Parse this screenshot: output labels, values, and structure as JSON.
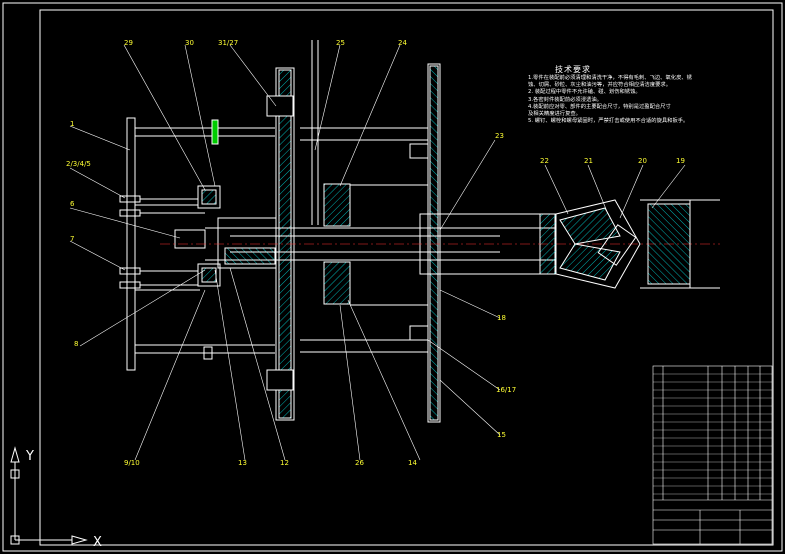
{
  "drawing": {
    "tech_req_title": "技术要求",
    "tech_req_lines": [
      "1.零件在装配前必须清理和清洗干净，不得有毛刺、飞边、氧化皮、锈",
      "蚀、切屑、砂粒、灰尘和油污等，并应符合相应清洁度要求。",
      "2. 装配过程中零件不允许磕、碰、划伤和锈蚀。",
      "3.各密封件装配前必须浸透油。",
      "4.装配前应对零、部件的主要配合尺寸，特别是过盈配合尺寸",
      "及相关精度进行复查。",
      "5. 螺钉、螺栓和螺母紧固时，严禁打击或使用不合适的旋具和扳手。"
    ],
    "part_labels": [
      "1",
      "2/3/4/5",
      "6",
      "7",
      "8",
      "9/10",
      "13",
      "12",
      "26",
      "29",
      "30",
      "31/27",
      "25",
      "24",
      "23",
      "22",
      "21",
      "20",
      "19",
      "18",
      "16/17",
      "15",
      "14"
    ],
    "axis": {
      "x": "X",
      "y": "Y"
    },
    "colors": {
      "background": "#000000",
      "outline": "#ffffff",
      "section": "#00cc00",
      "leader": "#ffffff",
      "label": "#ffff33",
      "centerline": "#ff3333",
      "hatch": "#00ffff"
    }
  }
}
